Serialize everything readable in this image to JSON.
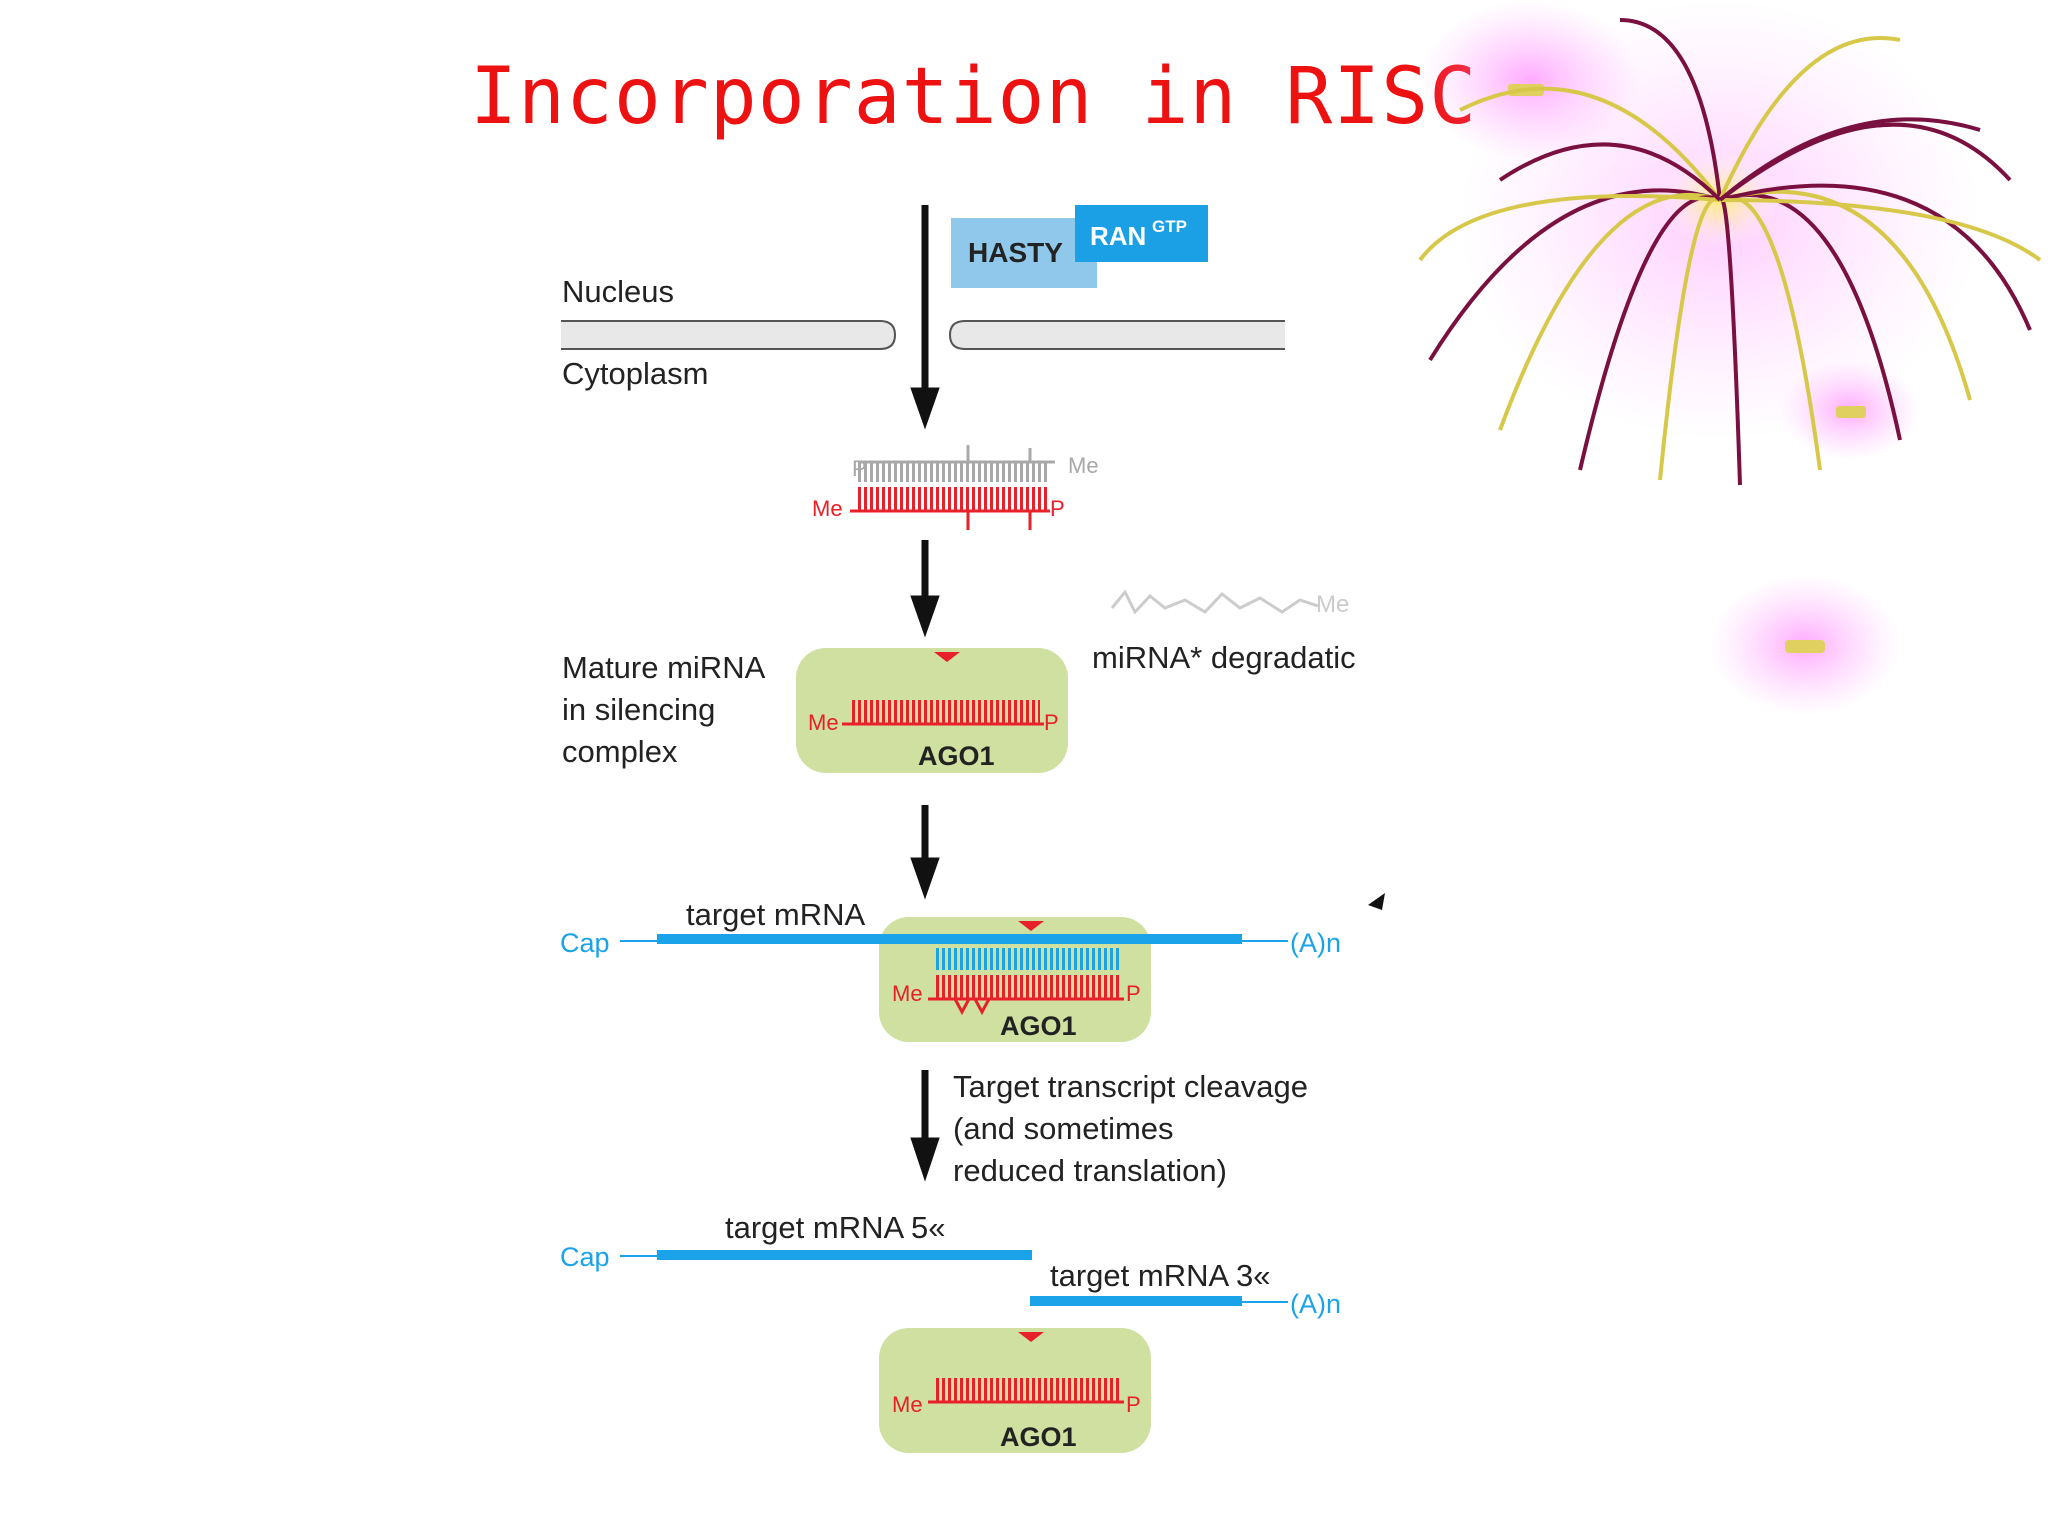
{
  "slide": {
    "title": "Incorporation  in  RISC"
  },
  "diagram": {
    "export_complex": {
      "hasty": "HASTY",
      "ran": "RAN",
      "ran_sup": "GTP"
    },
    "compartments": {
      "nucleus": "Nucleus",
      "cytoplasm": "Cytoplasm"
    },
    "duplex_labels": {
      "p_top": "P",
      "me_top": "Me",
      "me_bottom": "Me",
      "p_bottom": "P"
    },
    "mature_label": [
      "Mature miRNA",
      "in silencing",
      "complex"
    ],
    "degradation": {
      "star_label": "miRNA* degradatic",
      "star_me": "Me"
    },
    "complex_labels": {
      "me": "Me",
      "p": "P",
      "ago": "AGO1"
    },
    "mrna": {
      "target": "target mRNA",
      "cap": "Cap",
      "polya": "(A)n"
    },
    "cleavage_label": [
      "Target transcript cleavage",
      "(and sometimes",
      "reduced translation)"
    ],
    "fragments": {
      "five": "target mRNA 5«",
      "three": "target  mRNA 3«"
    }
  },
  "colors": {
    "title": "#ee1111",
    "mirna_red": "#e8202a",
    "passenger_gray": "#a8a8a8",
    "mrna_blue": "#1aa3e8",
    "ago_green": "#cfe0a0",
    "hasty_blue": "#8fc8ea",
    "ran_blue": "#1ba0e6",
    "arrow": "#111111"
  },
  "decorations": {
    "top_right": "firework-icon",
    "right": "sparkle-icon"
  }
}
